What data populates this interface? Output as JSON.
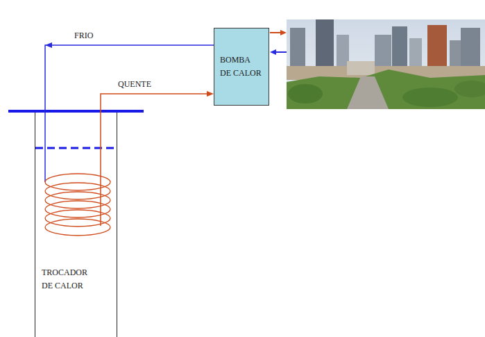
{
  "diagram": {
    "nodes": [
      {
        "text": [
          "BOMBA DE CALOR"
        ]
      },
      {
        "text": [
          "TROCADOR DE CALOR"
        ]
      }
    ],
    "edges": [
      {
        "from": 0,
        "to": 1,
        "arrow": "to",
        "label": "FRIO"
      },
      {
        "from": 1,
        "to": 0,
        "arrow": "to",
        "label": "QUENTE"
      }
    ]
  }
}
